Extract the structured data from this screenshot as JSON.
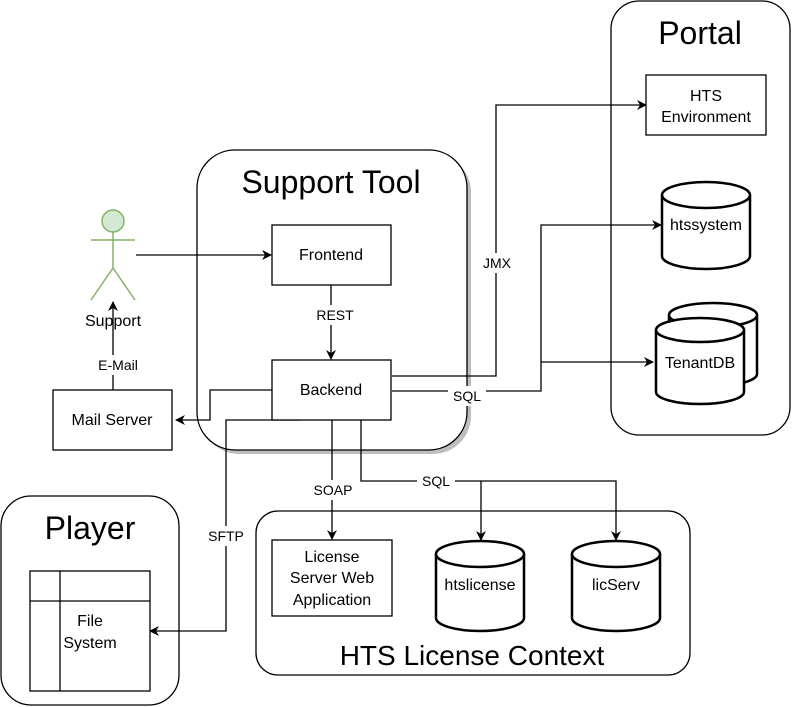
{
  "containers": {
    "portal": "Portal",
    "support_tool": "Support Tool",
    "player": "Player",
    "hts_license_context": "HTS License Context"
  },
  "actors": {
    "support": "Support"
  },
  "nodes": {
    "frontend": "Frontend",
    "backend": "Backend",
    "mail_server": "Mail Server",
    "hts_environment": [
      "HTS",
      "Environment"
    ],
    "license_server_web_app": [
      "License",
      "Server Web",
      "Application"
    ],
    "file_system": [
      "File",
      "System"
    ]
  },
  "databases": {
    "htssystem": "htssystem",
    "tenantdb": "TenantDB",
    "htslicense": "htslicense",
    "licserv": "licServ"
  },
  "edge_labels": {
    "rest": "REST",
    "email": "E-Mail",
    "jmx": "JMX",
    "sql_portal": "SQL",
    "sql_license": "SQL",
    "soap": "SOAP",
    "sftp": "SFTP"
  },
  "colors": {
    "line": "#000000",
    "background": "#ffffff",
    "actor_stroke": "#82b366",
    "actor_fill": "#d5e8d4",
    "shadow": "#888888"
  }
}
